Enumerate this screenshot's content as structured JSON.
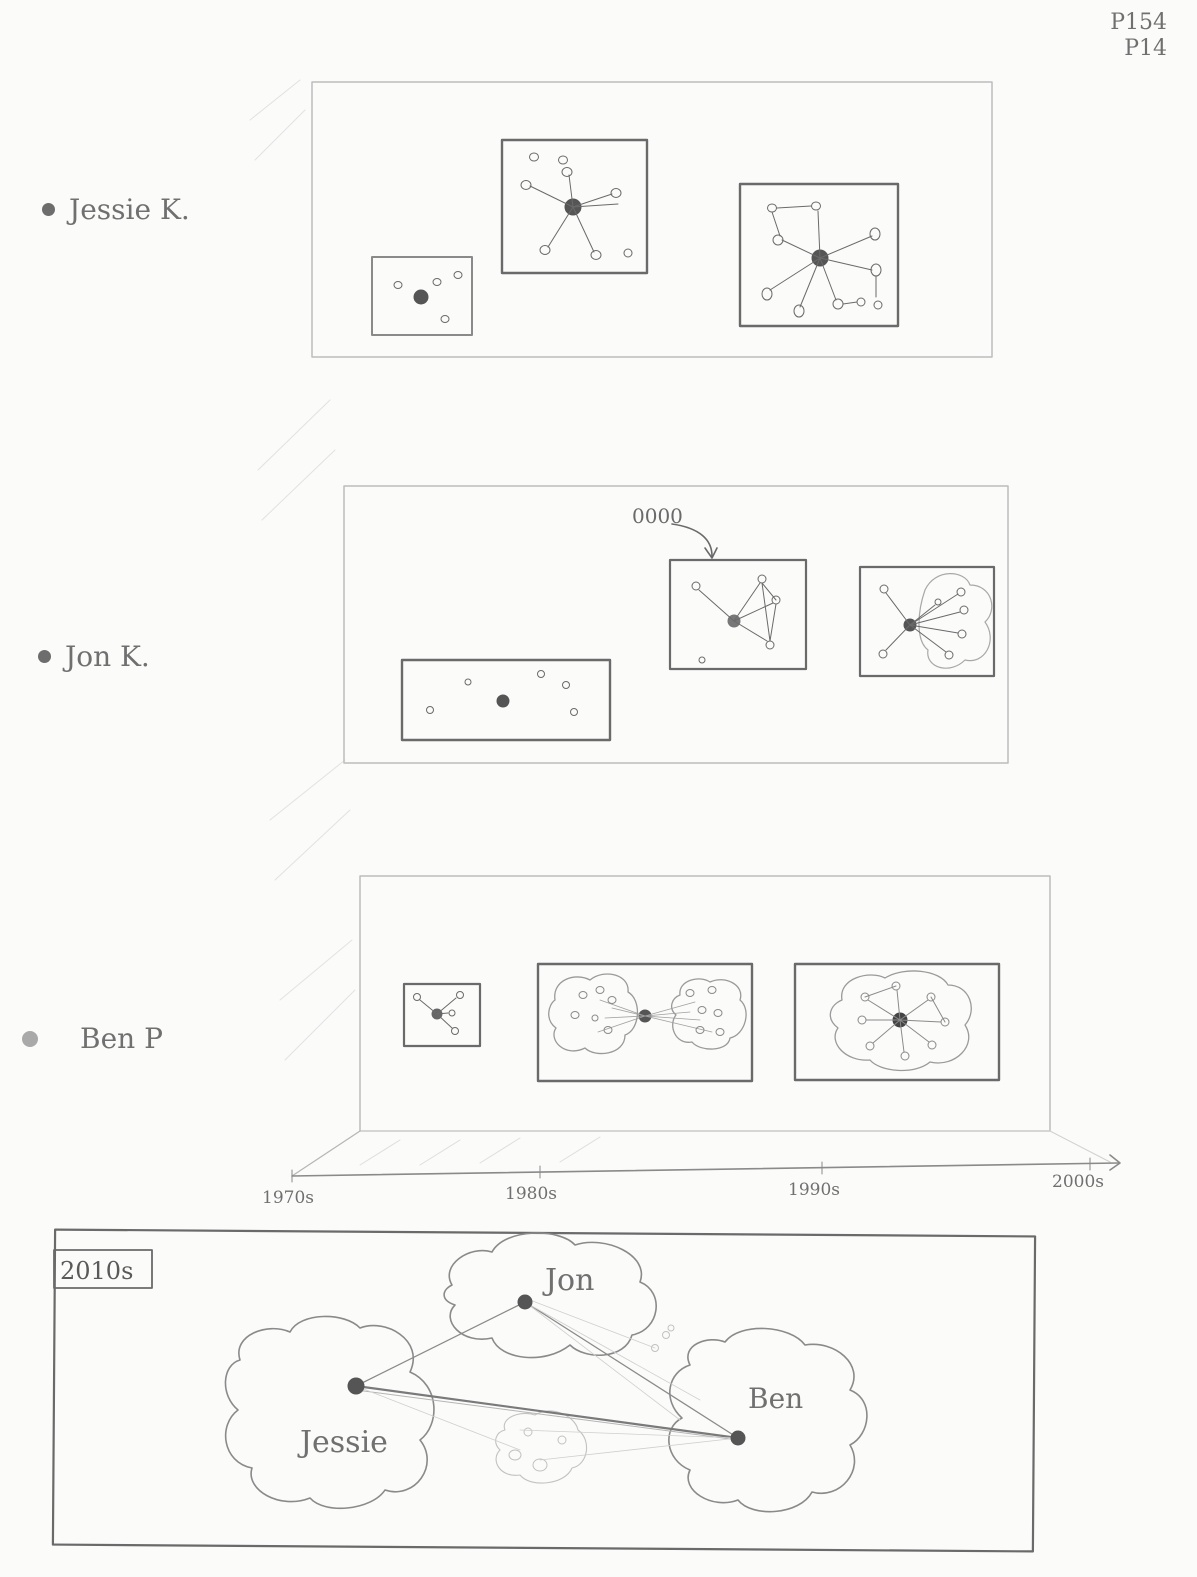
{
  "page_code": [
    "P154",
    "P14"
  ],
  "people": [
    {
      "name": "Jessie K."
    },
    {
      "name": "Jon K."
    },
    {
      "name": "Ben P"
    }
  ],
  "annotation": "0000",
  "timeline": {
    "ticks": [
      "1970s",
      "1980s",
      "1990s",
      "2000s"
    ]
  },
  "bottom_panel": {
    "decade": "2010s",
    "cluster_labels": [
      "Jon",
      "Jessie",
      "Ben"
    ]
  },
  "colors": {
    "pencil": "#6a6a6a",
    "paper": "#fbfbfa",
    "dot": "#555555"
  }
}
